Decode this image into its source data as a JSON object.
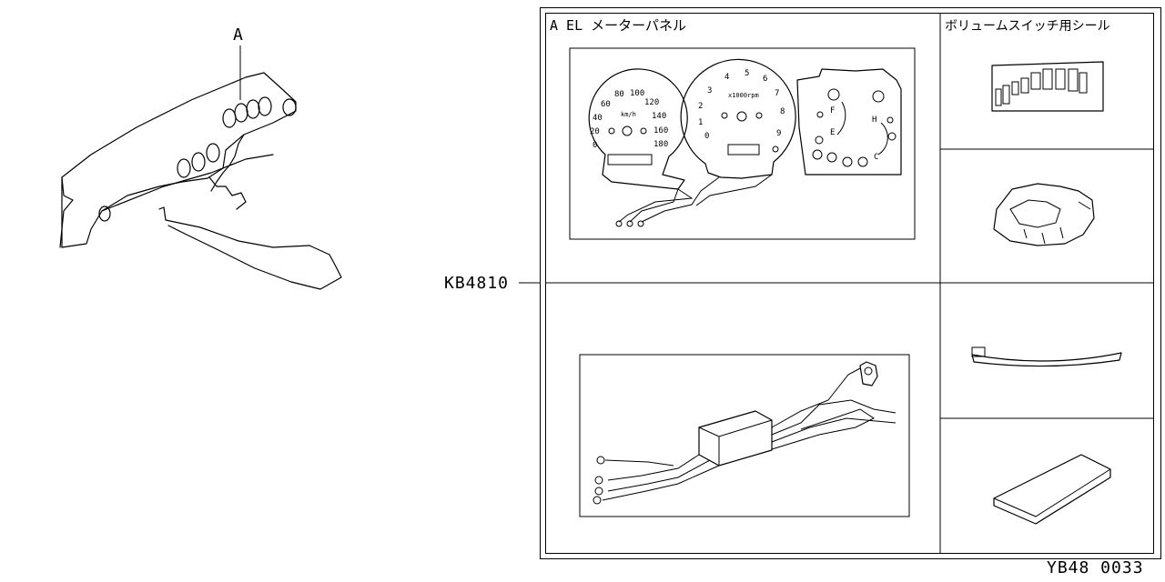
{
  "callout_label": "A",
  "part_number": "KB4810",
  "diagram_code": "YB48 0033",
  "panel_a_title": "A EL メーターパネル",
  "seal_title": "ボリュームスイッチ用シール",
  "speedometer": {
    "ticks": [
      "0",
      "20",
      "40",
      "60",
      "80",
      "100",
      "120",
      "140",
      "160",
      "180"
    ],
    "unit": "km/h"
  },
  "tachometer": {
    "ticks": [
      "0",
      "1",
      "2",
      "3",
      "4",
      "5",
      "6",
      "7",
      "8",
      "9"
    ],
    "unit": "x1000rpm"
  },
  "fuel_gauge": {
    "full": "F",
    "empty": "E"
  },
  "temp_gauge": {
    "hot": "H",
    "cold": "C"
  }
}
